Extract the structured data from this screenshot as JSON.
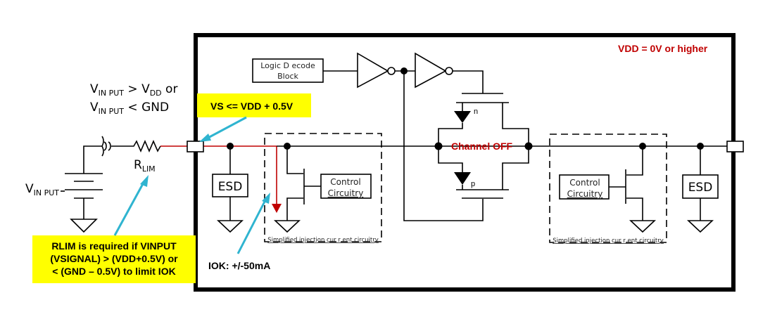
{
  "diagram": {
    "title_annotation": "VDD = 0V or higher",
    "condition_line1": {
      "main": "V",
      "sub": "IN PUT",
      "rest": " > V",
      "sub2": "DD",
      "rest2": " or"
    },
    "condition_line2": {
      "main": "V",
      "sub": "IN PUT",
      "rest": " < GND"
    },
    "source_label": {
      "main": "V",
      "sub": "IN PUT"
    },
    "resistor_label": {
      "main": "R",
      "sub": "LIM"
    },
    "logic_block": {
      "line1": "Logic D ecode",
      "line2": "Block"
    },
    "channel_state": "Channel OFF",
    "nmos_label": "n",
    "pmos_label": "p",
    "left_esd": "ESD",
    "right_esd": "ESD",
    "left_control": {
      "line1": "Control",
      "line2": "Circuitry"
    },
    "right_control": {
      "line1": "Control",
      "line2": "Circuitry"
    },
    "left_injection_label": "Simplified injection cur r ent circuitry",
    "right_injection_label": "Simplified injection cur r ent circuitry",
    "iok_label": "IOK: +/-50mA",
    "callouts": {
      "vs_limit": "VS <= VDD + 0.5V",
      "rlim_note": {
        "line1": "RLIM is required if VINPUT",
        "line2": "(VSIGNAL)  > (VDD+0.5V) or",
        "line3": "< (GND – 0.5V) to limit IOK"
      }
    },
    "colors": {
      "injection_path": "#c00000",
      "callout_fill": "#ffff00",
      "callout_arrow": "#2fb4d0",
      "annotation_red": "#c00000"
    }
  }
}
